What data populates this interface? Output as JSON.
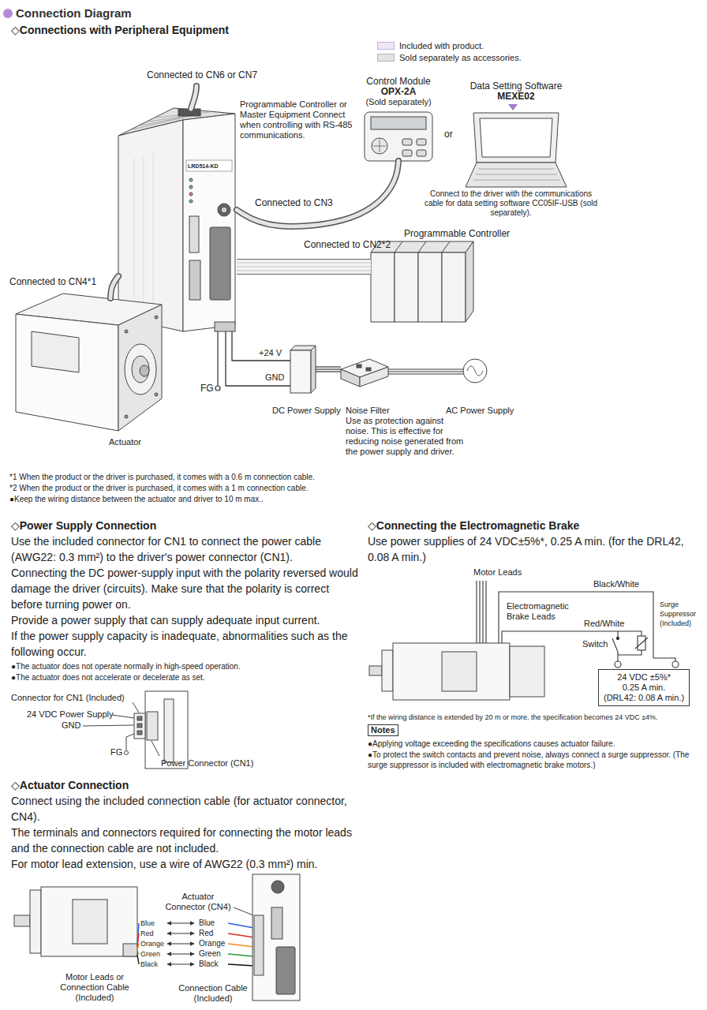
{
  "diagram": {
    "title": "Connection Diagram",
    "nodes": [
      {
        "text": [
          "Control Module",
          "OPX-2A",
          "(Sold separately)"
        ]
      },
      {
        "text": [
          "Data Setting Software",
          "MEXE02"
        ]
      },
      {
        "text": [
          "LRD514-KD"
        ]
      },
      {
        "text": [
          "Programmable Controller"
        ]
      },
      {
        "text": [
          "Actuator"
        ]
      },
      {
        "text": [
          "DC Power Supply"
        ]
      },
      {
        "text": [
          "Noise Filter",
          "Use as protection against noise. This is effective for reducing noise generated from the power supply and driver."
        ]
      },
      {
        "text": [
          "AC Power Supply"
        ]
      },
      {
        "text": [
          "24 VDC ±5%*",
          "0.25 A min.",
          "(DRL42: 0.08 A min.)"
        ]
      },
      {
        "text": [
          "Notes"
        ]
      }
    ],
    "edges": [
      {
        "from": 2,
        "to": 0,
        "arrow": "none"
      },
      {
        "from": 2,
        "to": 3,
        "arrow": "none"
      },
      {
        "from": 4,
        "to": 2,
        "arrow": "none"
      },
      {
        "from": 2,
        "to": 5,
        "label": "+24 V",
        "arrow": "none"
      },
      {
        "from": 2,
        "to": 5,
        "label": "GND",
        "arrow": "none"
      },
      {
        "from": 5,
        "to": 6,
        "arrow": "none"
      },
      {
        "from": 6,
        "to": 7,
        "arrow": "none"
      }
    ],
    "labels": [
      "◇Connections with Peripheral Equipment",
      "Connected to CN6 or CN7",
      "Programmable Controller or Master Equipment Connect when controlling with RS-485 communications.",
      "or",
      "Connect to the driver with the communications cable for data setting software CC05IF-USB (sold separately).",
      "Connected to CN3",
      "Connected to CN2*2",
      "Connected to CN4*1",
      "FG",
      "*1 When the product or the driver is purchased, it comes with a 0.6 m connection cable.",
      "*2 When the product or the driver is purchased, it comes with a 1 m connection cable.",
      "●Keep the wiring distance between the actuator and driver to 10 m max..",
      "◇Power Supply Connection",
      "Use the included connector for CN1 to connect the power cable (AWG22: 0.3 mm²) to the driver's power connector (CN1).",
      "Connecting the DC power-supply input with the polarity reversed would damage the driver (circuits). Make sure that the polarity is correct before turning power on.",
      "Provide a power supply that can supply adequate input current.",
      "If the power supply capacity is inadequate, abnormalities such as the following occur.",
      "●The actuator does not operate normally in high-speed operation.",
      "●The actuator does not accelerate or decelerate as set.",
      "Connector for CN1 (Included)",
      "24 VDC Power Supply",
      "GND",
      "FG",
      "Power Connector (CN1)",
      "◇Actuator Connection",
      "Connect using the included connection cable (for actuator connector, CN4).",
      "The terminals and connectors required for connecting the motor leads and the connection cable are not included.",
      "For motor lead extension, use a wire of AWG22 (0.3 mm²) min.",
      "Actuator Connector (CN4)",
      "Blue",
      "Red",
      "Orange",
      "Green",
      "Black",
      "Blue",
      "Red",
      "Orange",
      "Green",
      "Black",
      "Motor Leads or Connection Cable (Included)",
      "Connection Cable (Included)",
      "◇Connecting the Electromagnetic Brake",
      "Use power supplies of 24 VDC±5%*, 0.25 A min. (for the DRL42, 0.08 A min.)",
      "Motor Leads",
      "Electromagnetic Brake Leads",
      "Black/White",
      "Red/White",
      "Surge Suppressor (Included)",
      "Switch",
      "*If the wiring distance is extended by 20 m or more, the specification becomes 24 VDC ±4%.",
      "●Applying voltage exceeding the specifications causes actuator failure.",
      "●To protect the switch contacts and prevent noise, always connect a surge suppressor. (The surge suppressor is included with electromagnetic brake motors.)"
    ],
    "legend": [
      {
        "text": "Included with product.",
        "color": "#efe6f7"
      },
      {
        "text": "Sold separately as accessories.",
        "color": "#e3e3e3"
      }
    ]
  }
}
